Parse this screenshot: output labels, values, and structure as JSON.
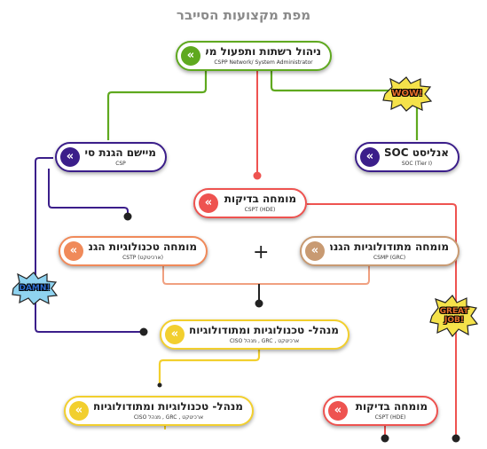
{
  "title": "מפת מקצועות הסייבר",
  "colors": {
    "green": "#5fa91f",
    "purple": "#3b1e8a",
    "red": "#ee5350",
    "orange": "#f08a5a",
    "tan": "#c89a72",
    "yellow": "#f2cf2e",
    "node_border": "#d9d9d9"
  },
  "nodes": {
    "network_admin": {
      "title": "ניהול רשתות ותפעול מערכות-סייבר",
      "subtitle": "CSPP Network/ System Administrator"
    },
    "cyber_protection": {
      "title": "מיישם הגנת סייבר",
      "subtitle": "CSP"
    },
    "soc_analyst": {
      "title": "אנליסט SIEM/ SOC",
      "subtitle": "SOC (Tier I)"
    },
    "pentest_top": {
      "title": "מומחה בדיקות חדירות",
      "subtitle": "CSPT (HDE)"
    },
    "cyber_tech": {
      "title": "מומחה טכנולוגיות הגנת סייבר",
      "subtitle": "CSTP (ארכיטקט)"
    },
    "cyber_methods": {
      "title": "מומחה מתודולוגיות הגנת סייבר",
      "subtitle": "CSMP (GRC)"
    },
    "ciso_mid": {
      "title": "מנהל- טכנולוגיות ומתודולוגיות הגנת סייבר",
      "subtitle": "CISO מנהל , GRC , ארכיטקט"
    },
    "ciso_bottom": {
      "title": "מנהל- טכנולוגיות ומתודולוגיות הגנת סייבר",
      "subtitle": "CISO מנהל , GRC , ארכיטקט"
    },
    "pentest_bottom": {
      "title": "מומחה בדיקות חדירות",
      "subtitle": "CSPT (HDE)"
    }
  },
  "plus_sign": "+",
  "badges": {
    "wow": "WOW!",
    "damn": "DAMN!",
    "great_job": "GREAT JOB!"
  },
  "icons": {
    "chevron": "double-chevron-icon"
  }
}
